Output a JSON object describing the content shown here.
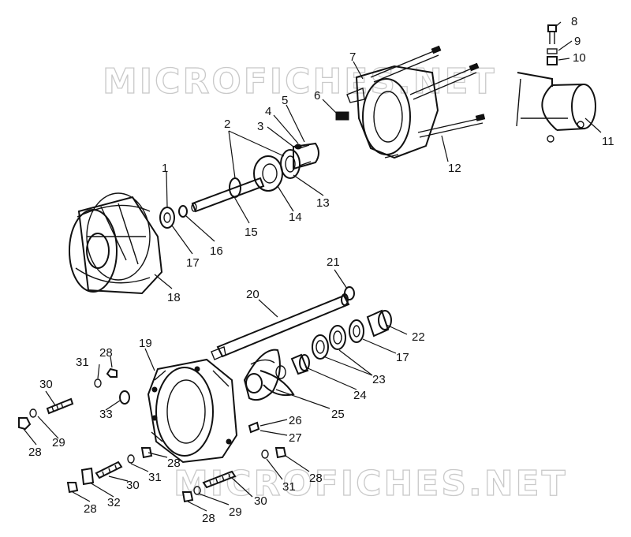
{
  "watermark": {
    "text": "MICROFICHES.NET"
  },
  "callouts": {
    "c1": "1",
    "c2": "2",
    "c3": "3",
    "c4": "4",
    "c5": "5",
    "c6": "6",
    "c7": "7",
    "c8": "8",
    "c9": "9",
    "c10": "10",
    "c11": "11",
    "c12": "12",
    "c13": "13",
    "c14": "14",
    "c15": "15",
    "c16": "16",
    "c17a": "17",
    "c17b": "17",
    "c18": "18",
    "c19": "19",
    "c20": "20",
    "c21": "21",
    "c22": "22",
    "c23": "23",
    "c24": "24",
    "c25": "25",
    "c26": "26",
    "c27": "27",
    "c28a": "28",
    "c28b": "28",
    "c28c": "28",
    "c28d": "28",
    "c28e": "28",
    "c28f": "28",
    "c29a": "29",
    "c29b": "29",
    "c30a": "30",
    "c30b": "30",
    "c30c": "30",
    "c31a": "31",
    "c31b": "31",
    "c31c": "31",
    "c32": "32",
    "c33": "33"
  }
}
